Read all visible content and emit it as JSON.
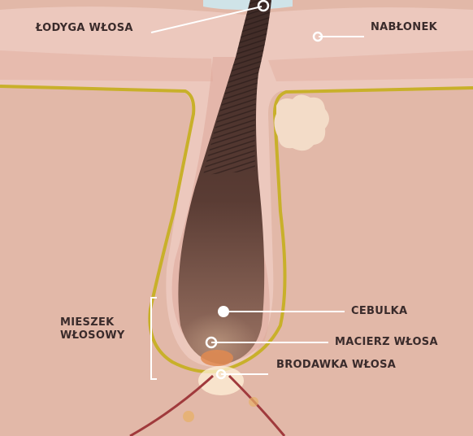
{
  "labels": {
    "hair_shaft": "ŁODYGA WŁOSA",
    "epithelium": "NABŁONEK",
    "follicle_line1": "MIESZEK",
    "follicle_line2": "WŁOSOWY",
    "bulb": "CEBULKA",
    "matrix": "MACIERZ WŁOSA",
    "papilla": "BRODAWKA WŁOSA"
  },
  "colors": {
    "dermis": "#e2b8a8",
    "epidermis": "#ecc8bd",
    "follicle_outline": "#c8b02a",
    "hair": "#4e3530",
    "blood_vessel": "#a03a3c",
    "sebaceous_gland": "#f3dcc8",
    "marker": "#ffffff",
    "text": "#3a2b2b"
  }
}
